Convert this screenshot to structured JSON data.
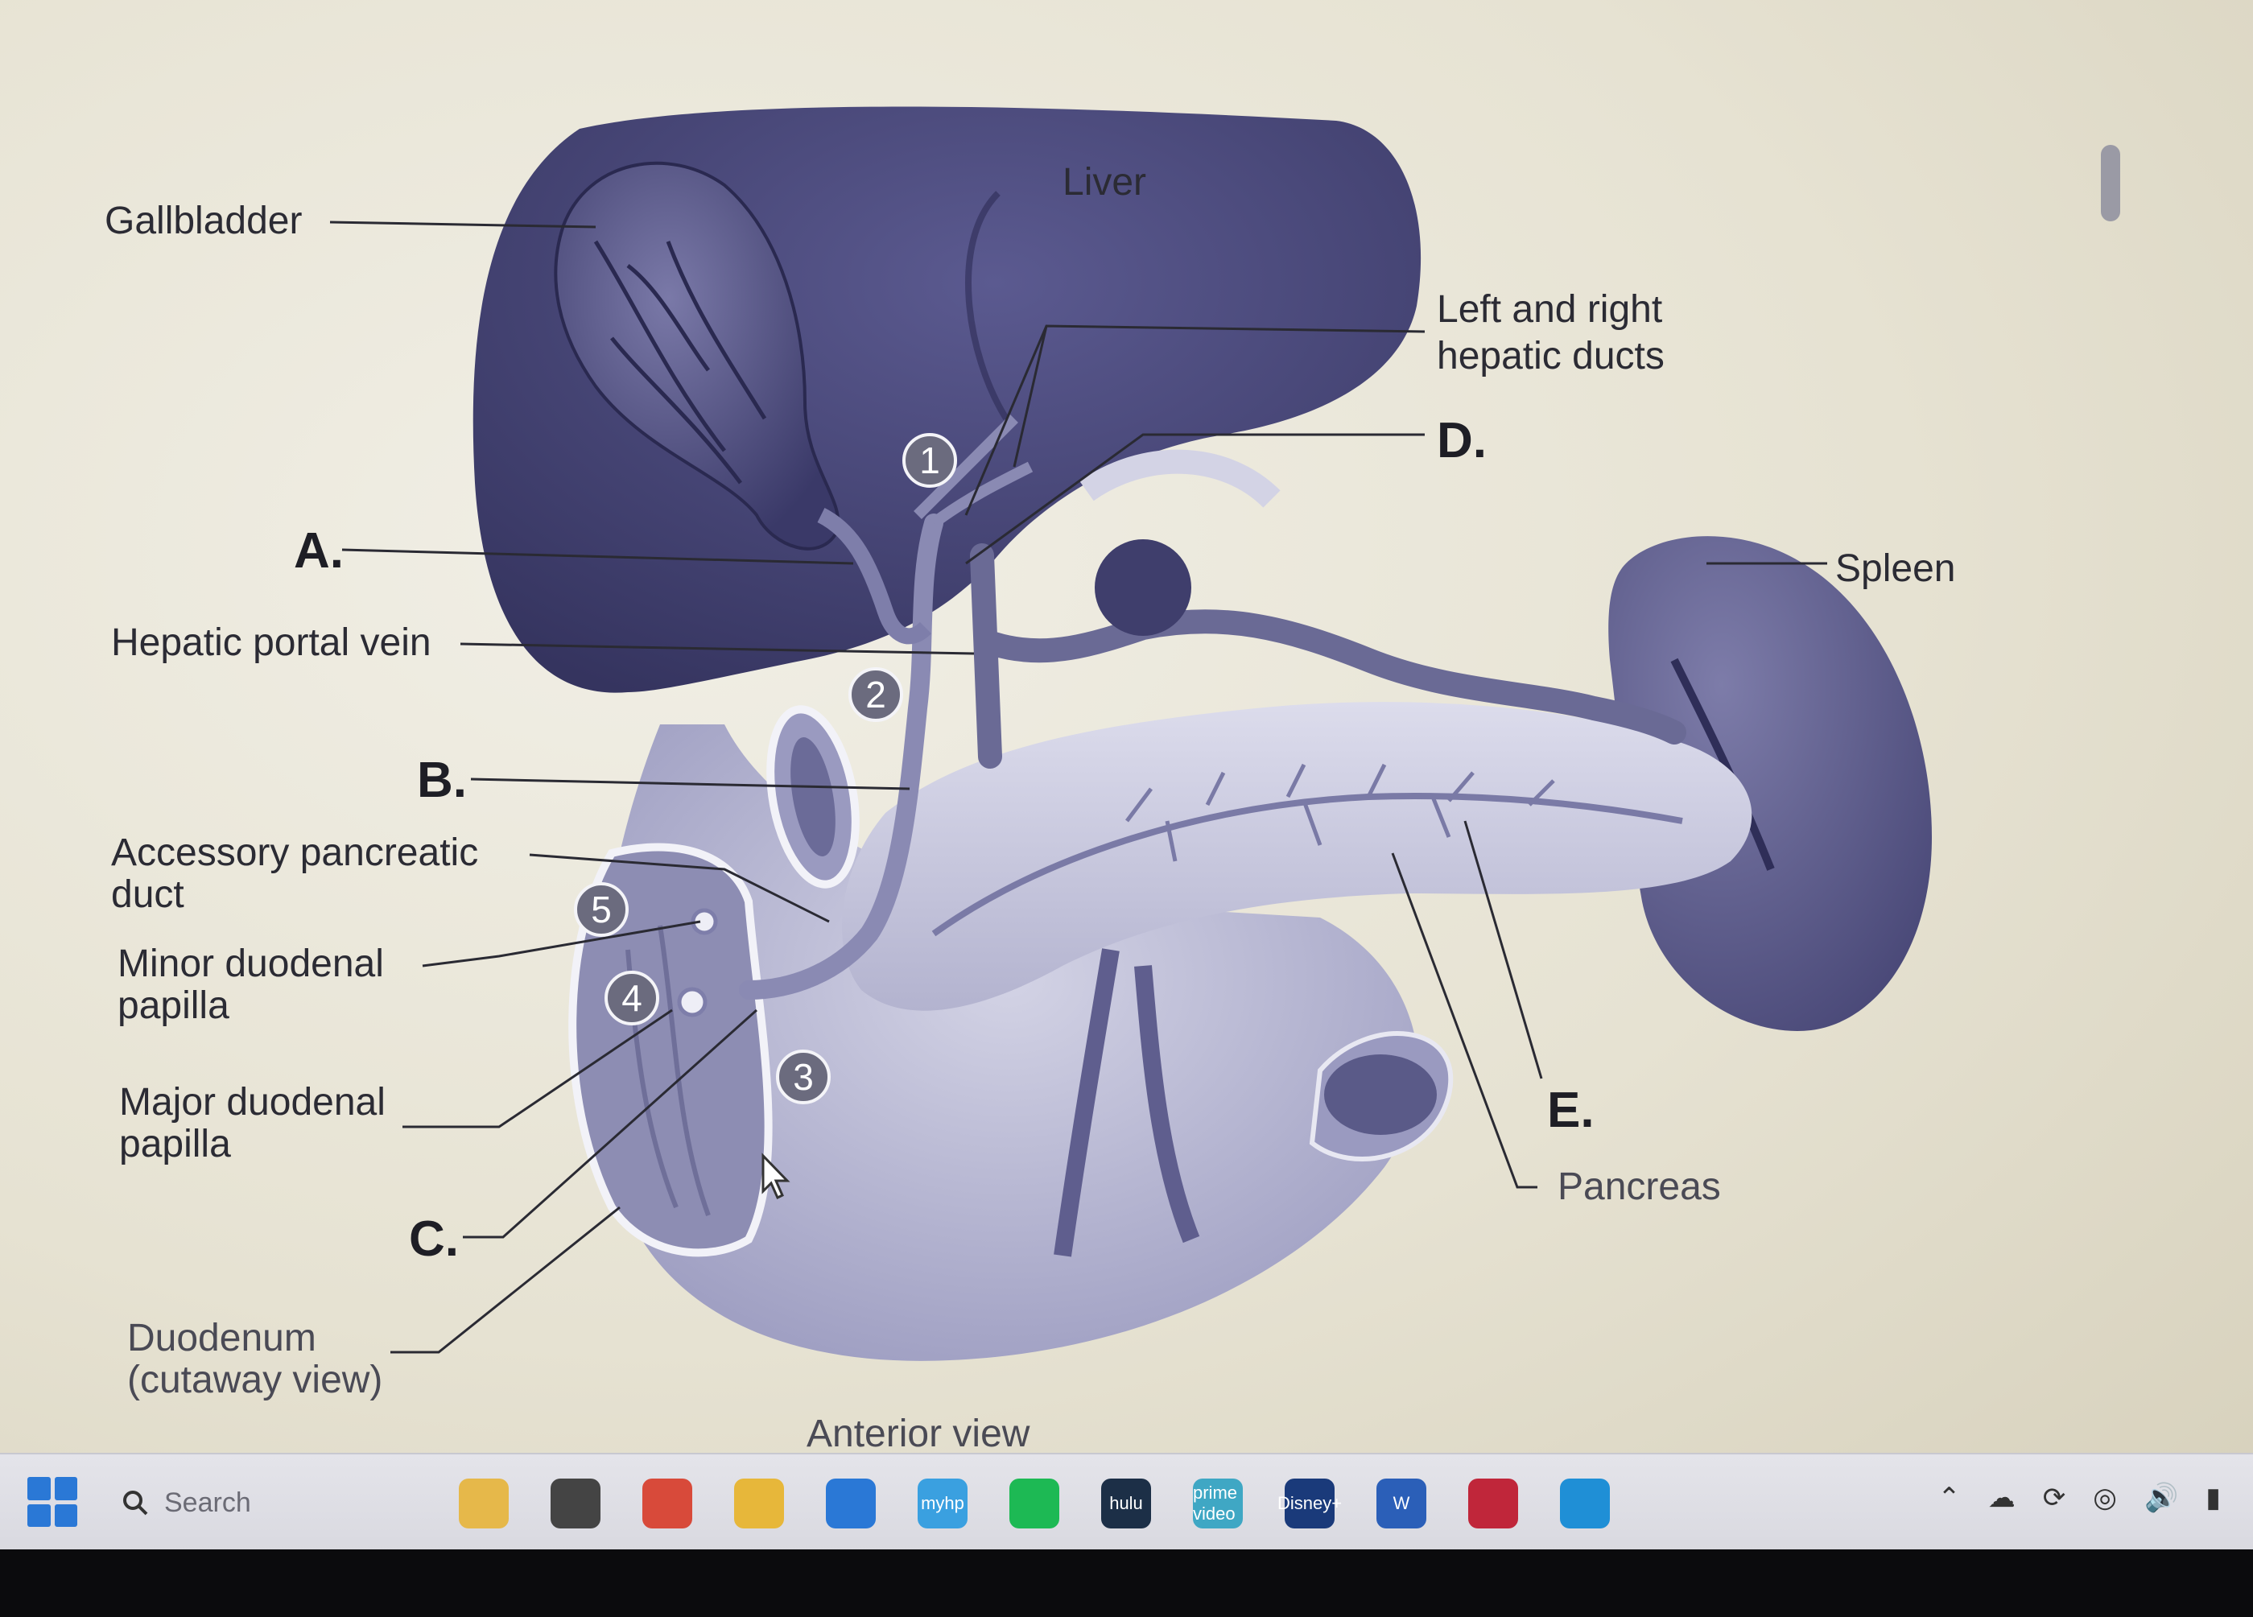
{
  "labels": {
    "liver": "Liver",
    "gallbladder": "Gallbladder",
    "hepatic_ducts_line1": "Left and right",
    "hepatic_ducts_line2": "hepatic ducts",
    "d": "D.",
    "a": "A.",
    "spleen": "Spleen",
    "hepatic_portal_vein": "Hepatic portal vein",
    "b": "B.",
    "accessory_line1": "Accessory pancreatic",
    "accessory_line2": "duct",
    "minor_line1": "Minor duodenal",
    "minor_line2": "papilla",
    "major_line1": "Major duodenal",
    "major_line2": "papilla",
    "e": "E.",
    "pancreas": "Pancreas",
    "c": "C.",
    "duodenum_line1": "Duodenum",
    "duodenum_line2": "(cutaway view)",
    "anterior_view": "Anterior view"
  },
  "markers": [
    "1",
    "2",
    "3",
    "4",
    "5"
  ],
  "taskbar": {
    "search_placeholder": "Search",
    "apps": [
      {
        "name": "widgets",
        "label": "",
        "color": "#e6b84a"
      },
      {
        "name": "task-view",
        "label": "",
        "color": "#444"
      },
      {
        "name": "chrome",
        "label": "",
        "color": "#d84a3a"
      },
      {
        "name": "file-explorer",
        "label": "",
        "color": "#e7b73a"
      },
      {
        "name": "store",
        "label": "",
        "color": "#2a78d6"
      },
      {
        "name": "myhp",
        "label": "myhp",
        "color": "#3aa0e0"
      },
      {
        "name": "spotify",
        "label": "",
        "color": "#1db954"
      },
      {
        "name": "hulu",
        "label": "hulu",
        "color": "#1c2f47"
      },
      {
        "name": "prime-video",
        "label": "prime video",
        "color": "#3fa7c4"
      },
      {
        "name": "disney-plus",
        "label": "Disney+",
        "color": "#1a3a7a"
      },
      {
        "name": "word",
        "label": "W",
        "color": "#2b5fb8"
      },
      {
        "name": "app-red",
        "label": "",
        "color": "#c0263a"
      },
      {
        "name": "edge",
        "label": "",
        "color": "#1f8fd6"
      }
    ]
  },
  "colors": {
    "organ": "#4c4b7e",
    "organ_light": "#b8b8d6",
    "background": "#ece9dc"
  }
}
